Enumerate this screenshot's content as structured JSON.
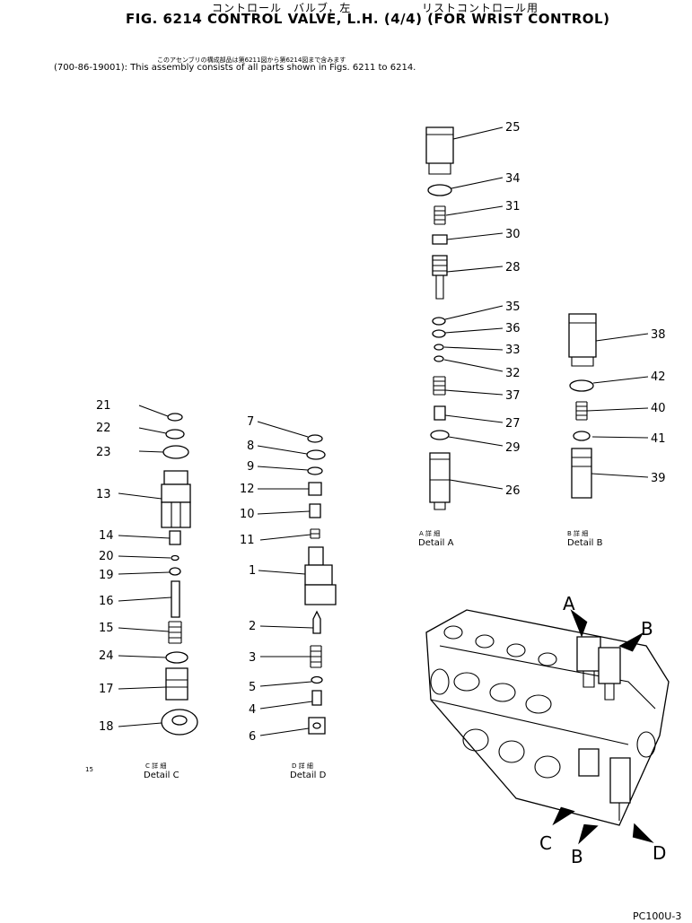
{
  "header": {
    "title_jp_left": "コントロール　バルブ，左",
    "title_jp_right": "リストコントロール用",
    "title": "FIG. 6214  CONTROL  VALVE, L.H. (4/4) (FOR WRIST CONTROL)",
    "note_jp": "このアセンブリの構成部品は第6211図から第6214図まで含みます",
    "note": "(700-86-19001): This assembly consists of all parts shown in Figs. 6211 to 6214."
  },
  "details": {
    "A": {
      "jp": "A 詳 細",
      "en": "Detail A"
    },
    "B": {
      "jp": "B 詳 細",
      "en": "Detail B"
    },
    "C": {
      "jp": "C 詳 細",
      "en": "Detail C"
    },
    "D": {
      "jp": "D 詳 細",
      "en": "Detail D"
    }
  },
  "part_labels": {
    "p25": "25",
    "p34": "34",
    "p31": "31",
    "p30": "30",
    "p28": "28",
    "p35": "35",
    "p36": "36",
    "p33": "33",
    "p32": "32",
    "p37": "37",
    "p27": "27",
    "p29": "29",
    "p26": "26",
    "p38": "38",
    "p42": "42",
    "p40": "40",
    "p41": "41",
    "p39": "39",
    "p21": "21",
    "p22": "22",
    "p23": "23",
    "p13": "13",
    "p14": "14",
    "p20": "20",
    "p19": "19",
    "p16": "16",
    "p15": "15",
    "p24": "24",
    "p17": "17",
    "p18": "18",
    "p7": "7",
    "p8": "8",
    "p9": "9",
    "p12": "12",
    "p10": "10",
    "p11": "11",
    "p1": "1",
    "p2": "2",
    "p3": "3",
    "p5": "5",
    "p4": "4",
    "p6": "6"
  },
  "view_letters": {
    "A": "A",
    "B": "B",
    "C": "C",
    "D": "D"
  },
  "stray_mark": "15",
  "footer": "PC100U-3"
}
